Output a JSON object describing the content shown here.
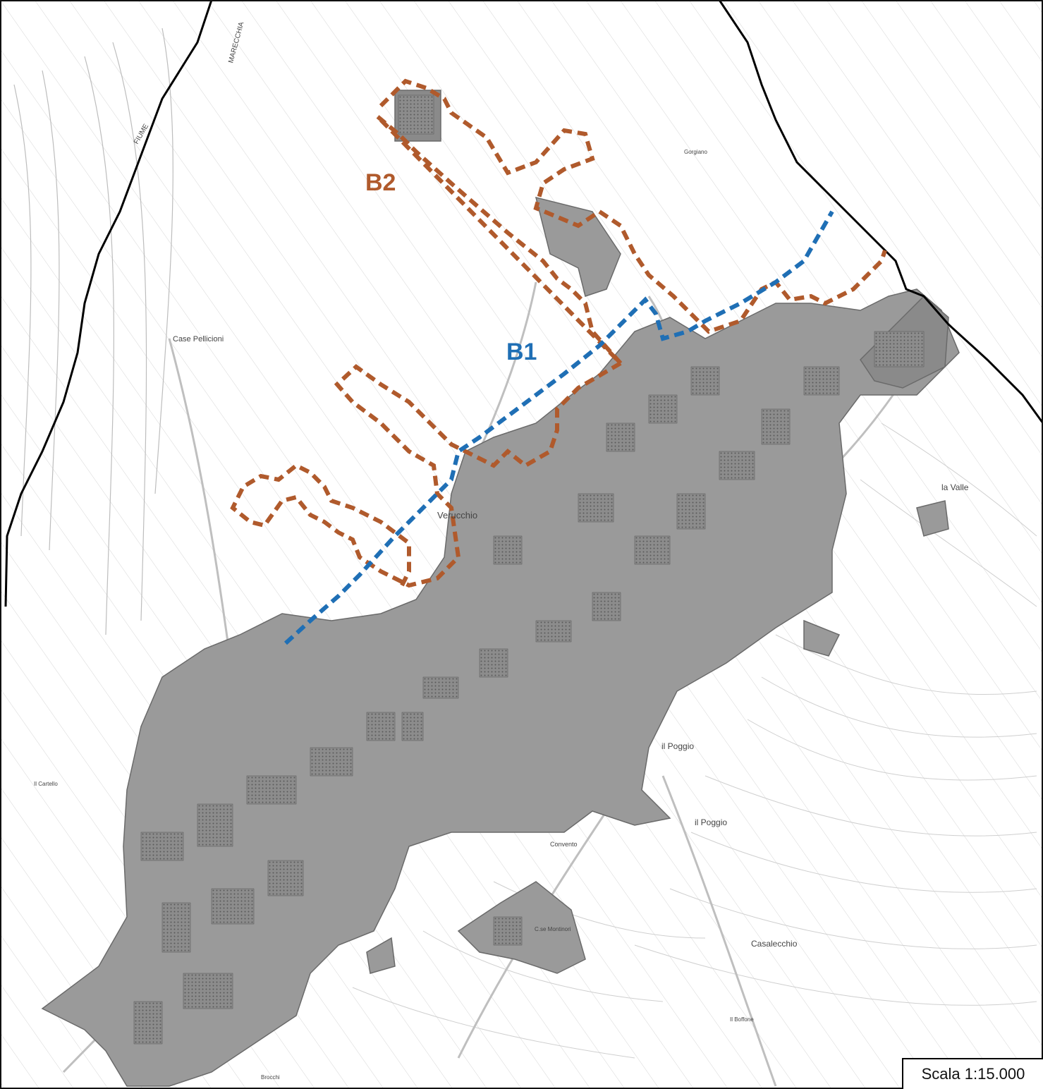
{
  "map": {
    "zones": [
      {
        "id": "B2",
        "label": "B2",
        "color": "#b05a2c"
      },
      {
        "id": "B1",
        "label": "B1",
        "color": "#1f6fb5"
      }
    ],
    "place_names": {
      "verucchio": "Verucchio",
      "case_pellicioni": "Case Pellicioni",
      "la_valle": "la Valle",
      "il_poggio_1": "il Poggio",
      "il_poggio_2": "il Poggio",
      "casalecchio": "Casalecchio",
      "convento": "Convento",
      "il_cartello": "Il Cartello",
      "gorgiano": "Gorgiano",
      "case_montanari": "C.se Montinori",
      "il_boffone": "Il Boffone",
      "brocchi": "Brocchi",
      "fiume": "FIUME",
      "marecchia": "MARECCHIA"
    },
    "scale_label": "Scala 1:15.000",
    "colors": {
      "urban": "#9a9a9a",
      "urban_stroke": "#6a6a6a",
      "road": "#c8c8c8",
      "boundary": "#000000",
      "zone_b2": "#b05a2c",
      "zone_b1": "#1f6fb5"
    }
  }
}
